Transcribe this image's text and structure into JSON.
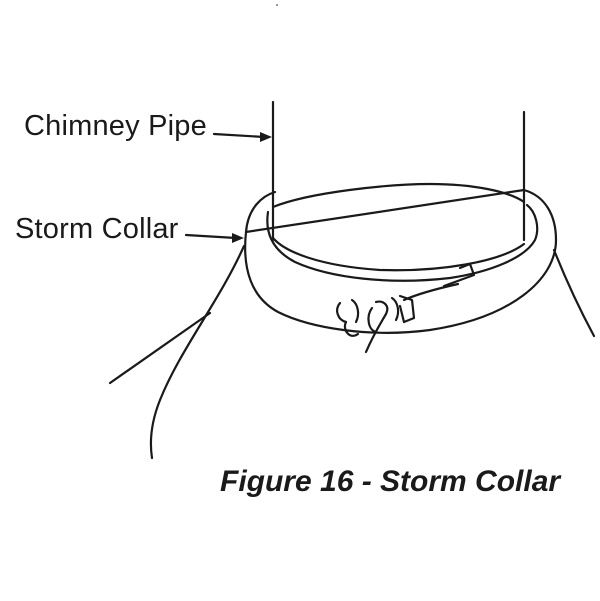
{
  "labels": {
    "chimney_pipe": "Chimney Pipe",
    "storm_collar": "Storm Collar"
  },
  "caption": "Figure 16 - Storm Collar",
  "colors": {
    "line": "#1a1a1a",
    "background": "#ffffff"
  }
}
